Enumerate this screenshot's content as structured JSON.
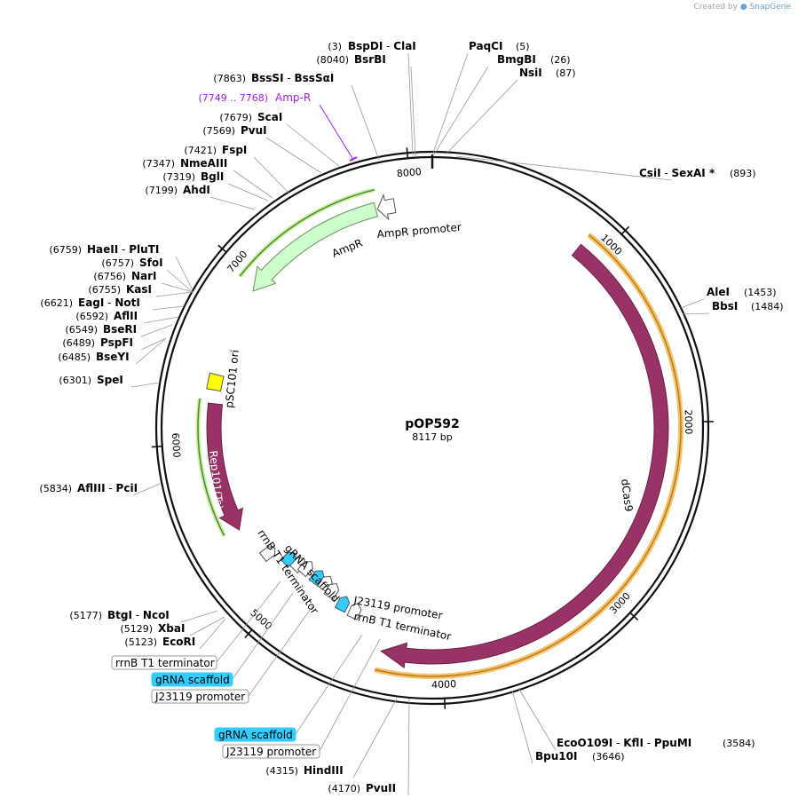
{
  "branding": {
    "created_by": "Created by",
    "product": "SnapGene"
  },
  "plasmid": {
    "name": "pOP592",
    "length_label": "8117 bp",
    "length": 8117
  },
  "colors": {
    "dcas9": "#993366",
    "rep101": "#993366",
    "ampr_fill": "#ccffcc",
    "ampr_border": "#3a8d1a",
    "orf_highlight": "#f5c267",
    "ori": "#ffff00",
    "terminator": "#ffffff",
    "gRNA": "#33ccff",
    "promoter": "#ffffff",
    "misc_feature": "#a020f0"
  },
  "ruler_ticks": [
    {
      "bp": 1000,
      "label": "1000"
    },
    {
      "bp": 2000,
      "label": "2000"
    },
    {
      "bp": 3000,
      "label": "3000"
    },
    {
      "bp": 4000,
      "label": "4000"
    },
    {
      "bp": 5000,
      "label": "5000"
    },
    {
      "bp": 6000,
      "label": "6000"
    },
    {
      "bp": 7000,
      "label": "7000"
    },
    {
      "bp": 8000,
      "label": "8000"
    }
  ],
  "features": [
    {
      "name": "dCas9",
      "start": 880,
      "end": 4350,
      "dir": 1,
      "type": "cds"
    },
    {
      "name": "AmpR",
      "start": 6930,
      "end": 7790,
      "dir": -1,
      "type": "amp"
    },
    {
      "name": "AmpR promoter",
      "start": 7800,
      "end": 7900,
      "dir": -1,
      "type": "promoter"
    },
    {
      "name": "Rep101(Ts)",
      "start": 5460,
      "end": 6230,
      "dir": -1,
      "type": "cds"
    },
    {
      "name": "pSC101 ori",
      "start": 6300,
      "end": 6400,
      "dir": 1,
      "type": "ori"
    },
    {
      "name": "rrnB T1 terminator",
      "start": 5220,
      "end": 5270,
      "dir": -1,
      "type": "terminator"
    },
    {
      "name": "gRNA scaffold",
      "start": 5100,
      "end": 5160,
      "dir": -1,
      "type": "gRNA"
    },
    {
      "name": "J23119 promoter",
      "start": 5040,
      "end": 5075,
      "dir": -1,
      "type": "promoter"
    },
    {
      "name": "rrnB T1 terminator",
      "start": 4985,
      "end": 5025,
      "dir": -1,
      "type": "terminator"
    },
    {
      "name": "gRNA scaffold",
      "start": 4870,
      "end": 4930,
      "dir": -1,
      "type": "gRNA"
    },
    {
      "name": "J23119 promoter",
      "start": 4820,
      "end": 4850,
      "dir": -1,
      "type": "promoter"
    },
    {
      "name": "rrnB T1 terminator",
      "start": 4750,
      "end": 4790,
      "dir": -1,
      "type": "terminator"
    },
    {
      "name": "gRNA scaffold",
      "start": 4620,
      "end": 4700,
      "dir": -1,
      "type": "gRNA"
    },
    {
      "name": "J23119 promoter",
      "start": 4560,
      "end": 4595,
      "dir": -1,
      "type": "promoter"
    }
  ],
  "feature_labels": {
    "ampr": "AmpR",
    "ampr_promoter": "AmpR promoter",
    "dcas9": "dCas9",
    "rep101": "Rep101(Ts)",
    "psc101": "pSC101 ori",
    "rrnb_a": "rrnB T1 terminator",
    "grna_a": "gRNA scaffold",
    "j23_a": "J23119 promoter",
    "rrnb_b": "rrnB T1 terminator"
  },
  "boxed_labels": [
    {
      "text": "rrnB T1 terminator",
      "type": "terminator"
    },
    {
      "text": "gRNA scaffold",
      "type": "gRNA"
    },
    {
      "text": "J23119 promoter",
      "type": "promoter"
    },
    {
      "text": "gRNA scaffold",
      "type": "gRNA"
    },
    {
      "text": "J23119 promoter",
      "type": "promoter"
    }
  ],
  "misc_feature": {
    "pos": "(7749 .. 7768)",
    "name": "Amp-R",
    "bp": 7758
  },
  "enzymes": [
    {
      "pos": "(3)",
      "names": [
        "BspDI",
        "ClaI"
      ],
      "bp": 3
    },
    {
      "pos": "(8040)",
      "names": [
        "BsrBI"
      ],
      "bp": 8040
    },
    {
      "pos": "(5)",
      "names": [
        "PaqCI"
      ],
      "bp": 5
    },
    {
      "pos": "(26)",
      "names": [
        "BmgBI"
      ],
      "bp": 26
    },
    {
      "pos": "(87)",
      "names": [
        "NsiI"
      ],
      "bp": 87
    },
    {
      "pos": "(7863)",
      "names": [
        "BssSI",
        "BssSαI"
      ],
      "bp": 7863
    },
    {
      "pos": "(7679)",
      "names": [
        "ScaI"
      ],
      "bp": 7679
    },
    {
      "pos": "(7569)",
      "names": [
        "PvuI"
      ],
      "bp": 7569
    },
    {
      "pos": "(7421)",
      "names": [
        "FspI"
      ],
      "bp": 7421
    },
    {
      "pos": "(7347)",
      "names": [
        "NmeAIII"
      ],
      "bp": 7347
    },
    {
      "pos": "(7319)",
      "names": [
        "BglI"
      ],
      "bp": 7319
    },
    {
      "pos": "(7199)",
      "names": [
        "AhdI"
      ],
      "bp": 7199
    },
    {
      "pos": "(893)",
      "names": [
        "CsiI",
        "SexAI *"
      ],
      "bp": 893
    },
    {
      "pos": "(6759)",
      "names": [
        "HaeII",
        "PluTI"
      ],
      "bp": 6759
    },
    {
      "pos": "(6757)",
      "names": [
        "SfoI"
      ],
      "bp": 6757
    },
    {
      "pos": "(6756)",
      "names": [
        "NarI"
      ],
      "bp": 6756
    },
    {
      "pos": "(6755)",
      "names": [
        "KasI"
      ],
      "bp": 6755
    },
    {
      "pos": "(6621)",
      "names": [
        "EagI",
        "NotI"
      ],
      "bp": 6621
    },
    {
      "pos": "(6592)",
      "names": [
        "AflII"
      ],
      "bp": 6592
    },
    {
      "pos": "(6549)",
      "names": [
        "BseRI"
      ],
      "bp": 6549
    },
    {
      "pos": "(6489)",
      "names": [
        "PspFI"
      ],
      "bp": 6489
    },
    {
      "pos": "(6485)",
      "names": [
        "BseYI"
      ],
      "bp": 6485
    },
    {
      "pos": "(1453)",
      "names": [
        "AleI"
      ],
      "bp": 1453
    },
    {
      "pos": "(1484)",
      "names": [
        "BbsI"
      ],
      "bp": 1484
    },
    {
      "pos": "(6301)",
      "names": [
        "SpeI"
      ],
      "bp": 6301
    },
    {
      "pos": "(5834)",
      "names": [
        "AflIII",
        "PciI"
      ],
      "bp": 5834
    },
    {
      "pos": "(5177)",
      "names": [
        "BtgI",
        "NcoI"
      ],
      "bp": 5177
    },
    {
      "pos": "(5129)",
      "names": [
        "XbaI"
      ],
      "bp": 5129
    },
    {
      "pos": "(5123)",
      "names": [
        "EcoRI"
      ],
      "bp": 5123
    },
    {
      "pos": "(3584)",
      "names": [
        "EcoO109I",
        "KflI",
        "PpuMI"
      ],
      "bp": 3584
    },
    {
      "pos": "(3646)",
      "names": [
        "Bpu10I"
      ],
      "bp": 3646
    },
    {
      "pos": "(4315)",
      "names": [
        "HindIII"
      ],
      "bp": 4315
    },
    {
      "pos": "(4170)",
      "names": [
        "PvuII"
      ],
      "bp": 4170
    }
  ]
}
